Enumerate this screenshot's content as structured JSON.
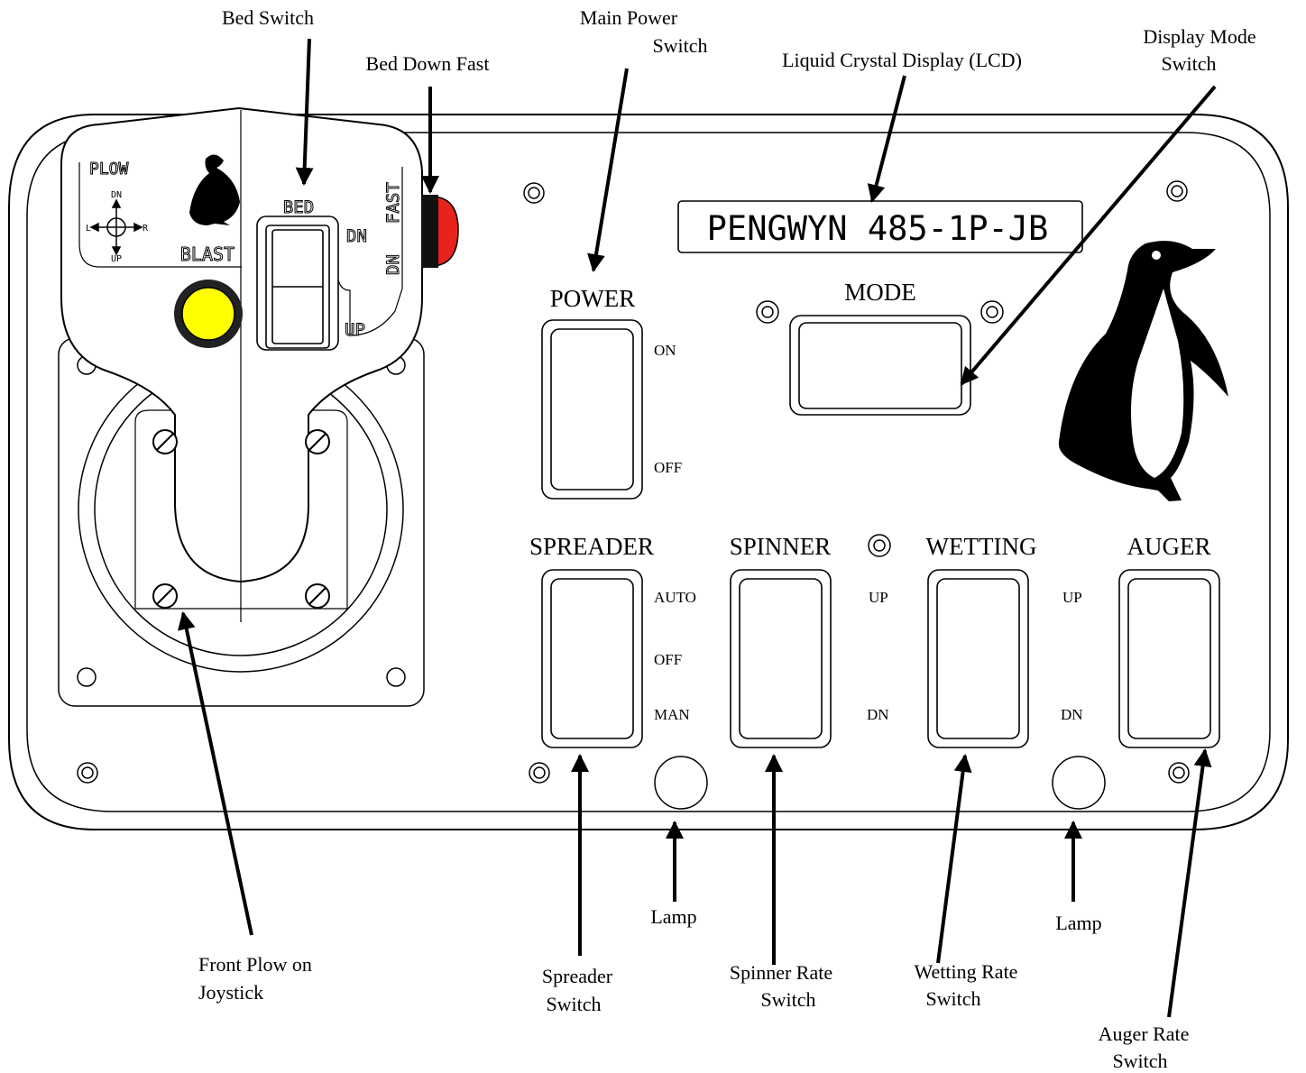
{
  "callouts": {
    "bed_switch": "Bed Switch",
    "main_power_line1": "Main Power",
    "main_power_line2": "Switch",
    "bed_down_fast": "Bed Down Fast",
    "lcd": "Liquid Crystal Display (LCD)",
    "display_mode_line1": "Display Mode",
    "display_mode_line2": "Switch",
    "front_plow_line1": "Front Plow on",
    "front_plow_line2": "Joystick",
    "spreader_line1": "Spreader",
    "spreader_line2": "Switch",
    "lamp_left": "Lamp",
    "spinner_rate_line1": "Spinner Rate",
    "spinner_rate_line2": "Switch",
    "wetting_rate_line1": "Wetting Rate",
    "wetting_rate_line2": "Switch",
    "lamp_right": "Lamp",
    "auger_rate_line1": "Auger Rate",
    "auger_rate_line2": "Switch"
  },
  "panel": {
    "lcd_text": "PENGWYN 485-1P-JB",
    "mode_label": "MODE",
    "power": {
      "label": "POWER",
      "on": "ON",
      "off": "OFF"
    },
    "spreader": {
      "label": "SPREADER",
      "auto": "AUTO",
      "off": "OFF",
      "man": "MAN"
    },
    "spinner": {
      "label": "SPINNER",
      "up": "UP",
      "dn": "DN"
    },
    "wetting": {
      "label": "WETTING",
      "up": "UP",
      "dn": "DN"
    },
    "auger": {
      "label": "AUGER"
    },
    "joystick": {
      "plow": "PLOW",
      "blast": "BLAST",
      "dn": "DN",
      "up": "UP",
      "l": "L",
      "r": "R"
    },
    "bed": {
      "label": "BED",
      "dn": "DN",
      "up": "UP",
      "fast": "FAST",
      "fast_dn": "DN"
    }
  }
}
